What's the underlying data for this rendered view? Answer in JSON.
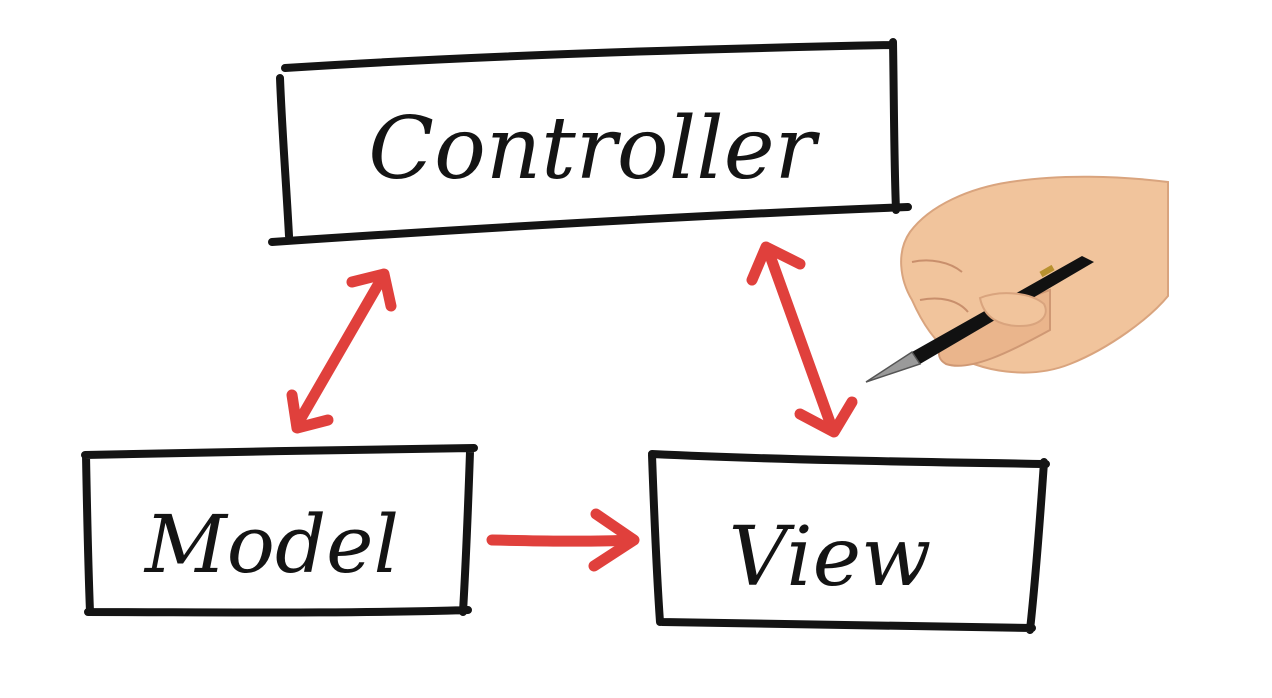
{
  "diagram": {
    "nodes": {
      "controller": {
        "label": "Controller"
      },
      "model": {
        "label": "Model"
      },
      "view": {
        "label": "View"
      }
    },
    "edges": [
      {
        "from": "model",
        "to": "controller",
        "direction": "both"
      },
      {
        "from": "view",
        "to": "controller",
        "direction": "both"
      },
      {
        "from": "model",
        "to": "view",
        "direction": "forward"
      }
    ],
    "colors": {
      "ink": "#141414",
      "arrow": "#e0403c",
      "background": "#ffffff",
      "skin": "#f1c49c",
      "pen": "#111111"
    },
    "icons": {
      "hand": "hand-with-pen-icon"
    }
  }
}
